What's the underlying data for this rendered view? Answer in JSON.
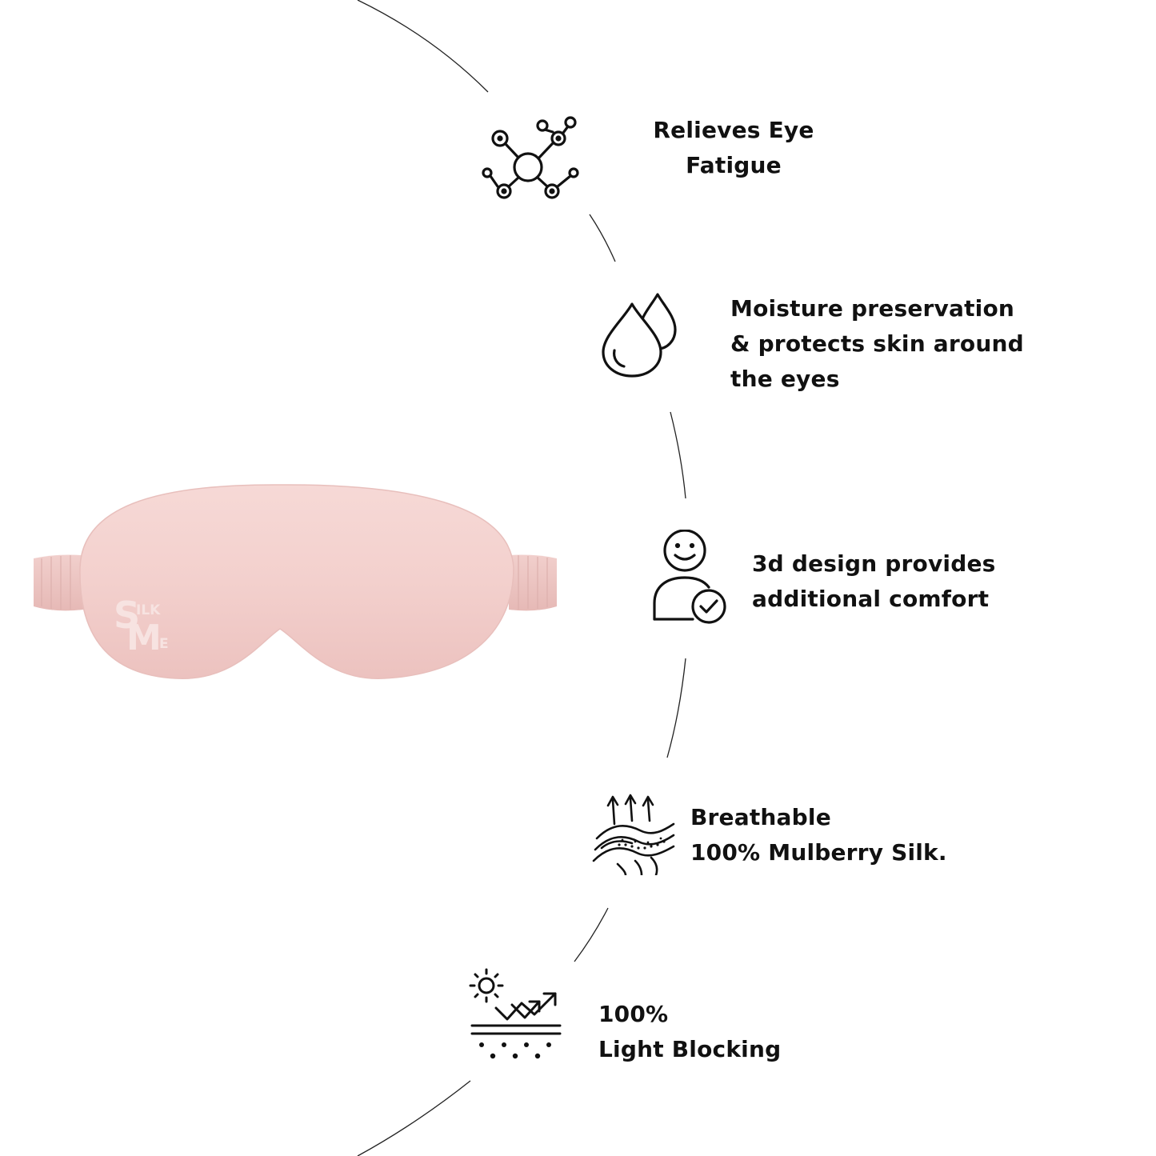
{
  "product": {
    "name": "silk sleep eye mask",
    "color": "#f2cdca",
    "logo": {
      "big1": "S",
      "small1": "ILK",
      "big2": "M",
      "small2": "E"
    }
  },
  "features": [
    {
      "icon": "molecule-icon",
      "lines": [
        "Relieves Eye",
        "Fatigue"
      ]
    },
    {
      "icon": "water-drops-icon",
      "lines": [
        "Moisture preservation",
        "& protects skin around",
        "the eyes"
      ]
    },
    {
      "icon": "happy-person-check-icon",
      "lines": [
        "3d design provides",
        "additional comfort"
      ]
    },
    {
      "icon": "breathable-fabric-icon",
      "lines": [
        "Breathable",
        "100% Mulberry Silk."
      ]
    },
    {
      "icon": "sun-light-block-icon",
      "lines": [
        "100%",
        "Light Blocking"
      ]
    }
  ],
  "colors": {
    "text": "#111111",
    "line": "#222222",
    "background": "#ffffff"
  }
}
